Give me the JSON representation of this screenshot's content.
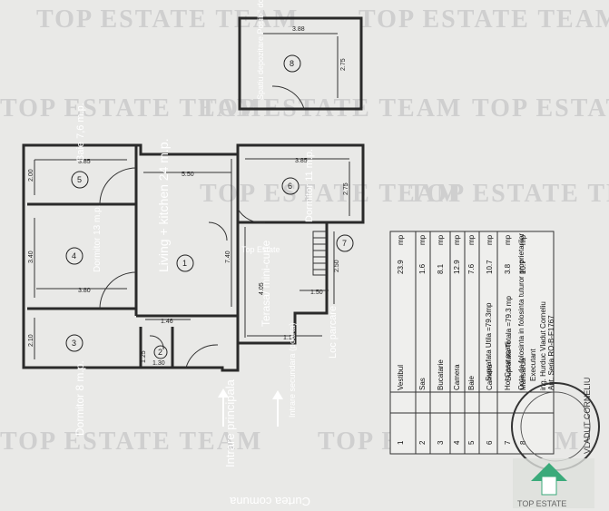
{
  "watermark": "TOP ESTATE TEAM",
  "rooms": {
    "baie": "Baie 7,6 m.p.",
    "dormitor_13": "Dormitor 13 m.p.",
    "living": "Living + kitchen 24 m.p.",
    "dormitor_11": "Dormitor 11 m.p.",
    "dormitor_8": "Dormitor 8 m.p.",
    "terasa": "Terasa/ mini-curte",
    "loc_parcare": "Loc parcare",
    "spatiu_depozitare": "Spatiu depozitare Posibil dormitor"
  },
  "labels": {
    "intrare_principala": "Intrare principala",
    "intrare_secundara": "Intrare secundara (poarta)",
    "curtea_comuna": "Curtea comuna",
    "top_estate": "Top Estate"
  },
  "dimensions": {
    "d385a": "3.85",
    "d200": "2.00",
    "d550": "5.50",
    "d340": "3.40",
    "d380": "3.80",
    "d740": "7.40",
    "d210": "2.10",
    "d146": "1.46",
    "d385b": "3.85",
    "d275a": "2.75",
    "d405": "4.05",
    "d250": "2.50",
    "d150": "1.50",
    "d114": "1.14",
    "d388": "3.88",
    "d275b": "2.75",
    "d125": "1.25",
    "d130": "1.30"
  },
  "room_numbers": [
    "1",
    "2",
    "3",
    "4",
    "5",
    "6",
    "7",
    "8"
  ],
  "table": {
    "rows": [
      {
        "nr": "1",
        "name": "Vestibul",
        "area": "23.9",
        "unit": "mp"
      },
      {
        "nr": "2",
        "name": "Sas",
        "area": "1.6",
        "unit": "mp"
      },
      {
        "nr": "3",
        "name": "Bucatarie",
        "area": "8.1",
        "unit": "mp"
      },
      {
        "nr": "4",
        "name": "Camera",
        "area": "12.9",
        "unit": "mp"
      },
      {
        "nr": "5",
        "name": "Baie",
        "area": "7.6",
        "unit": "mp"
      },
      {
        "nr": "6",
        "name": "Camera",
        "area": "10.7",
        "unit": "mp"
      },
      {
        "nr": "7",
        "name": "Hol Casa scarii",
        "area": "3.8",
        "unit": "mp"
      },
      {
        "nr": "8",
        "name": "Mansarda",
        "area": "10.7",
        "unit": "mp"
      }
    ],
    "suprafata_utila": "Suprafata Utila =79.3mp",
    "suprafata_totala": "Suprafata Totala =79.3 mp",
    "note": "Cota de folosinta in folosinta tuturor proprietarilor",
    "executant_label": "Executant",
    "executant_name": "ing. Hurduc Vladut Corneliu",
    "aut": "Aut. Seria RO-B-F1767"
  },
  "stamp": {
    "text": "VLADUT CORNELIU"
  },
  "logo": {
    "text": "TOP ESTATE"
  }
}
